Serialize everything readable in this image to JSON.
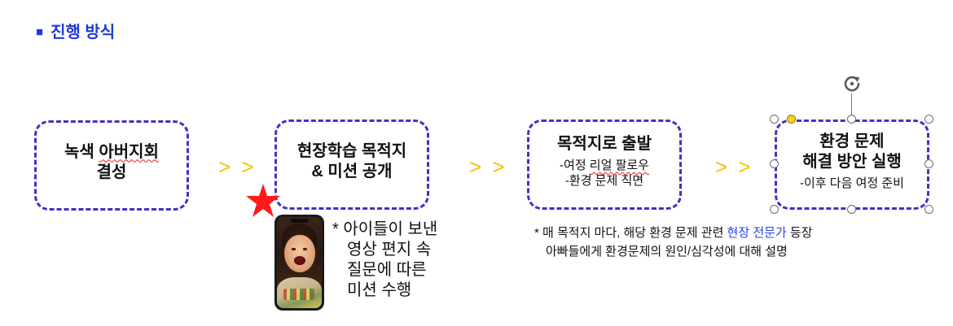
{
  "section": {
    "bullet": "■",
    "title": "진행 방식"
  },
  "steps": [
    {
      "title": [
        [
          "녹색 ",
          "아버지회"
        ],
        [
          "결성"
        ]
      ],
      "subs": [],
      "selected": false
    },
    {
      "title": [
        [
          "현장학습 목적지"
        ],
        [
          "& 미션 공개"
        ]
      ],
      "subs": [],
      "selected": false
    },
    {
      "title": [
        [
          "목적지로 출발"
        ]
      ],
      "subs": [
        [
          "-여정 ",
          "리얼 팔로우"
        ],
        [
          "-환경 문제 직면"
        ]
      ],
      "selected": false
    },
    {
      "title": [
        [
          "환경 문제"
        ],
        [
          "해결 방안 실행"
        ]
      ],
      "subs": [
        [
          "-이후 다음 여정 준비"
        ]
      ],
      "selected": true
    }
  ],
  "arrows": [
    "> >",
    "> >",
    "> >"
  ],
  "video_note": [
    "* 아이들이 보낸",
    "영상 편지 속",
    "질문에 따른",
    "미션 수행"
  ],
  "expert_note": {
    "line1": [
      "* 매 목적지 마다, 해당 환경 문제 관련 ",
      "현장 전문가",
      " 등장"
    ],
    "line2": "아빠들에게 환경문제의 원인/심각성에 대해 설명"
  },
  "icons": {
    "star": "star-icon",
    "rotate": "rotate-handle-icon",
    "photo": "phone-video-photo"
  },
  "colors": {
    "accent": "#1f3bd6",
    "box_border": "#3d33c6",
    "arrow": "#f5c000",
    "star": "#ff1a1a",
    "highlight": "#2a45db",
    "spellcheck": "#e0201c",
    "adjust_handle": "#f7d117"
  }
}
